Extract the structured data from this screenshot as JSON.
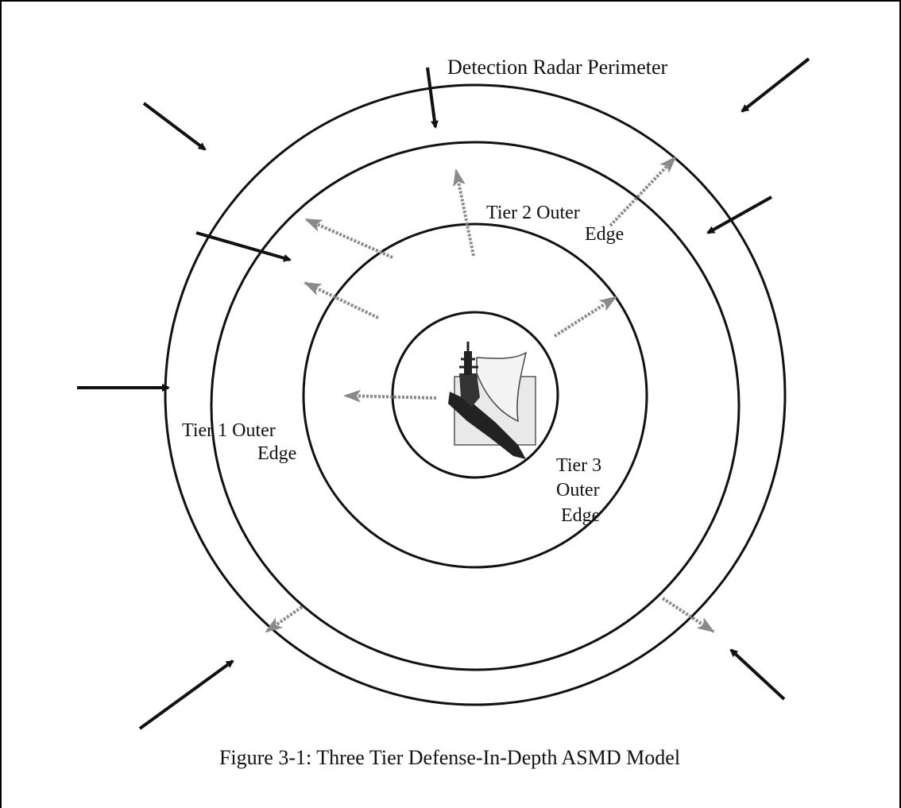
{
  "figure": {
    "labels": {
      "detection_radar_perimeter": "Detection Radar Perimeter",
      "tier2_line1": "Tier 2 Outer",
      "tier2_line2": "Edge",
      "tier1_line1": "Tier 1 Outer",
      "tier1_line2": "Edge",
      "tier3_line1": "Tier 3",
      "tier3_line2": "Outer",
      "tier3_line3": "Edge"
    },
    "caption": "Figure 3-1: Three Tier Defense-In-Depth ASMD Model"
  },
  "colors": {
    "line": "#111111",
    "interceptor": "#8a8a8a",
    "background": "#ffffff"
  }
}
